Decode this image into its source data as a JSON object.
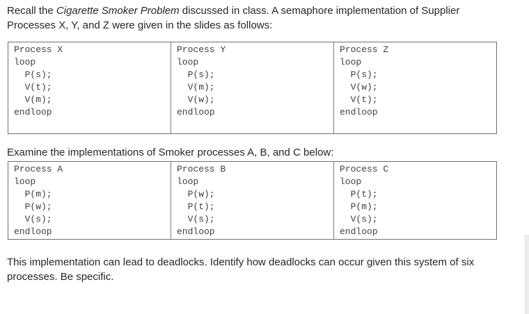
{
  "page": {
    "intro": {
      "line1_pre": "Recall the ",
      "line1_italic": "Cigarette Smoker Problem",
      "line1_post": " discussed in class. A semaphore implementation of Supplier",
      "line2": "Processes X, Y, and Z were given in the slides as follows:"
    },
    "examine_text": "Examine the implementations of Smoker processes A, B, and C below:",
    "question_lines": [
      "This implementation can lead to deadlocks. Identify how deadlocks can occur given this system of six",
      "processes. Be specific."
    ]
  },
  "tables": {
    "supplier": {
      "columns": [
        {
          "process": "Process X",
          "code": [
            "Process X",
            "loop",
            "  P(s);",
            "  V(t);",
            "  V(m);",
            "endloop"
          ]
        },
        {
          "process": "Process Y",
          "code": [
            "Process Y",
            "loop",
            "  P(s);",
            "  V(m);",
            "  V(w);",
            "endloop"
          ]
        },
        {
          "process": "Process Z",
          "code": [
            "Process Z",
            "loop",
            "  P(s);",
            "  V(w);",
            "  V(t);",
            "endloop"
          ]
        }
      ]
    },
    "smoker": {
      "columns": [
        {
          "process": "Process A",
          "code": [
            "Process A",
            "loop",
            "  P(m);",
            "  P(w);",
            "  V(s);",
            "endloop"
          ]
        },
        {
          "process": "Process B",
          "code": [
            "Process B",
            "loop",
            "  P(w);",
            "  P(t);",
            "  V(s);",
            "endloop"
          ]
        },
        {
          "process": "Process C",
          "code": [
            "Process C",
            "loop",
            "  P(t);",
            "  P(m);",
            "  V(s);",
            "endloop"
          ]
        }
      ]
    }
  },
  "colors": {
    "body_text": "#262626",
    "code_text": "#3f3f3f",
    "table_border": "#6f6f6f",
    "scroll_strip": "#ededed"
  }
}
